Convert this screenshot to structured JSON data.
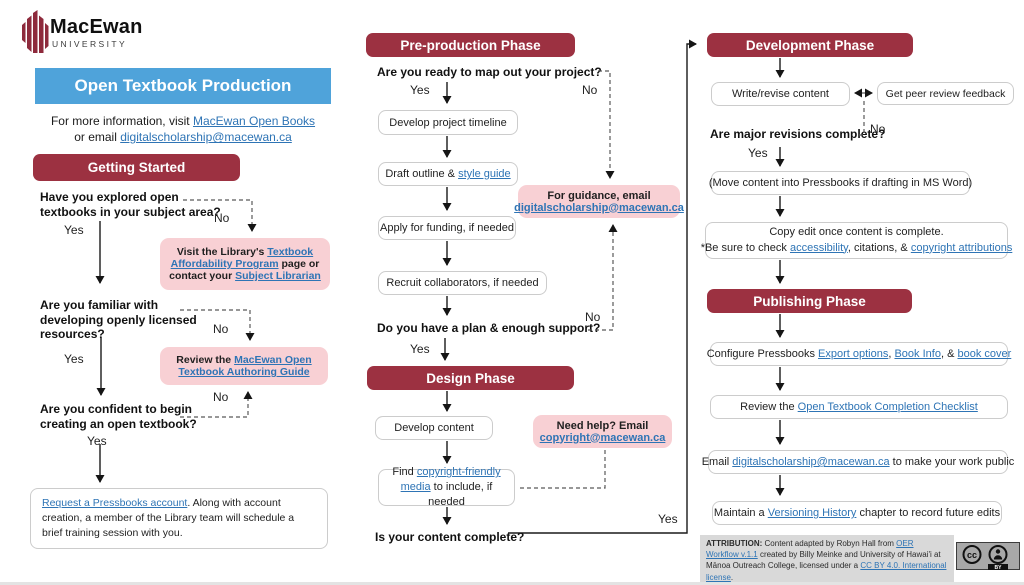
{
  "colors": {
    "maroon": "#9c3141",
    "blue_banner": "#4fa3da",
    "pink_box": "#f8d0d4",
    "link": "#2e74b5",
    "attribution_bg": "#d9d9d9"
  },
  "brand": {
    "name": "MacEwan",
    "subtitle": "UNIVERSITY"
  },
  "header": {
    "title": "Open Textbook Production",
    "info_line1_text": "For more information, visit ",
    "info_line1_link": "MacEwan Open Books",
    "info_line2_text": "or email ",
    "info_line2_link": "digitalscholarship@macewan.ca"
  },
  "getting_started": {
    "title": "Getting Started",
    "q1": "Have you explored open textbooks in your subject area?",
    "q1_yes": "Yes",
    "q1_no": "No",
    "pink1_t1": "Visit the Library's ",
    "pink1_l1": "Textbook Affordability Program",
    "pink1_t2": " page or contact your ",
    "pink1_l2": "Subject Librarian",
    "q2": "Are you familiar with developing openly licensed resources?",
    "q2_yes": "Yes",
    "q2_no": "No",
    "pink2_t1": "Review the ",
    "pink2_l1": "MacEwan Open Textbook Authoring Guide",
    "q3": "Are you confident to begin creating an open textbook?",
    "q3_yes": "Yes",
    "q3_no": "No",
    "request_l1": "Request a Pressbooks account",
    "request_t1": ". Along with account creation, a member of the Library team will schedule a brief training session with you."
  },
  "preproduction": {
    "title": "Pre-production Phase",
    "q1": "Are you ready to map out your project?",
    "q1_yes": "Yes",
    "q1_no": "No",
    "box_timeline": "Develop project timeline",
    "box_outline_t1": "Draft outline & ",
    "box_outline_l1": "style guide",
    "pink_guidance_t1": "For guidance, email",
    "pink_guidance_l1": "digitalscholarship@macewan.ca",
    "box_funding": "Apply for funding, if needed",
    "box_recruit": "Recruit collaborators, if needed",
    "q2": "Do you have a plan & enough support?",
    "q2_yes": "Yes",
    "q2_no": "No"
  },
  "design": {
    "title": "Design Phase",
    "box_develop": "Develop content",
    "pink_help_t1": "Need help? Email",
    "pink_help_l1": "copyright@macewan.ca",
    "box_media_t1": "Find ",
    "box_media_l1": "copyright-friendly media",
    "box_media_t2": " to include, if needed",
    "q1": "Is your content complete?",
    "q1_yes": "Yes"
  },
  "development": {
    "title": "Development Phase",
    "box_write": "Write/revise content",
    "box_peer": "Get peer review feedback",
    "q1": "Are major revisions complete?",
    "q1_yes": "Yes",
    "q1_no": "No",
    "box_move": "(Move content into Pressbooks if drafting in MS Word)",
    "box_copyedit_line1": "Copy edit once content is complete.",
    "box_copyedit_t1": "*Be sure to check ",
    "box_copyedit_l1": "accessibility",
    "box_copyedit_t2": ", citations, & ",
    "box_copyedit_l2": "copyright attributions"
  },
  "publishing": {
    "title": "Publishing Phase",
    "box_configure_t1": "Configure Pressbooks ",
    "box_configure_l1": "Export options",
    "box_configure_t2": ", ",
    "box_configure_l2": "Book Info",
    "box_configure_t3": ", & ",
    "box_configure_l3": "book cover",
    "box_checklist_t1": "Review the ",
    "box_checklist_l1": "Open Textbook Completion Checklist",
    "box_email_t1": "Email ",
    "box_email_l1": "digitalscholarship@macewan.ca",
    "box_email_t2": " to make your work public",
    "box_version_t1": "Maintain a ",
    "box_version_l1": "Versioning History",
    "box_version_t2": " chapter to record future edits"
  },
  "attribution": {
    "label": "ATTRIBUTION:",
    "t1": " Content adapted by Robyn Hall from ",
    "l1": "OER Workflow v.1.1",
    "t2": " created by Billy Meinke and University of Hawai'i at Mānoa Outreach College, licensed under a ",
    "l2": "CC BY 4.0. International license",
    "t3": ".",
    "badge_cc": "cc",
    "badge_by": "BY"
  }
}
